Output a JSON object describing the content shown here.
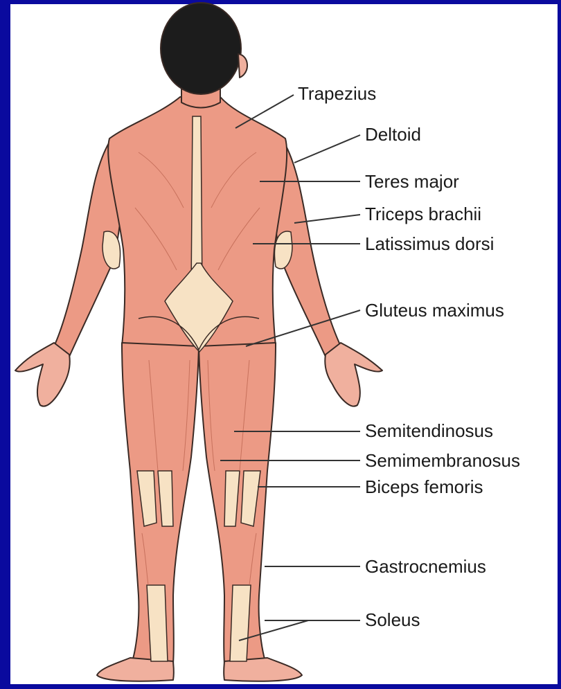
{
  "diagram": {
    "colors": {
      "background": "#0a0a9e",
      "panel": "#ffffff",
      "muscle": "#ec9a85",
      "tendon": "#f7e2c4",
      "hair": "#1c1c1c",
      "outline": "#3a2a25",
      "leader": "#333333"
    },
    "labels": [
      {
        "id": "trapezius",
        "text": "Trapezius"
      },
      {
        "id": "deltoid",
        "text": "Deltoid"
      },
      {
        "id": "teres-major",
        "text": "Teres major"
      },
      {
        "id": "triceps-brachii",
        "text": "Triceps brachii"
      },
      {
        "id": "latissimus-dorsi",
        "text": "Latissimus dorsi"
      },
      {
        "id": "gluteus-maximus",
        "text": "Gluteus maximus"
      },
      {
        "id": "semitendinosus",
        "text": "Semitendinosus"
      },
      {
        "id": "semimembranosus",
        "text": "Semimembranosus"
      },
      {
        "id": "biceps-femoris",
        "text": "Biceps femoris"
      },
      {
        "id": "gastrocnemius",
        "text": "Gastrocnemius"
      },
      {
        "id": "soleus",
        "text": "Soleus"
      }
    ]
  }
}
